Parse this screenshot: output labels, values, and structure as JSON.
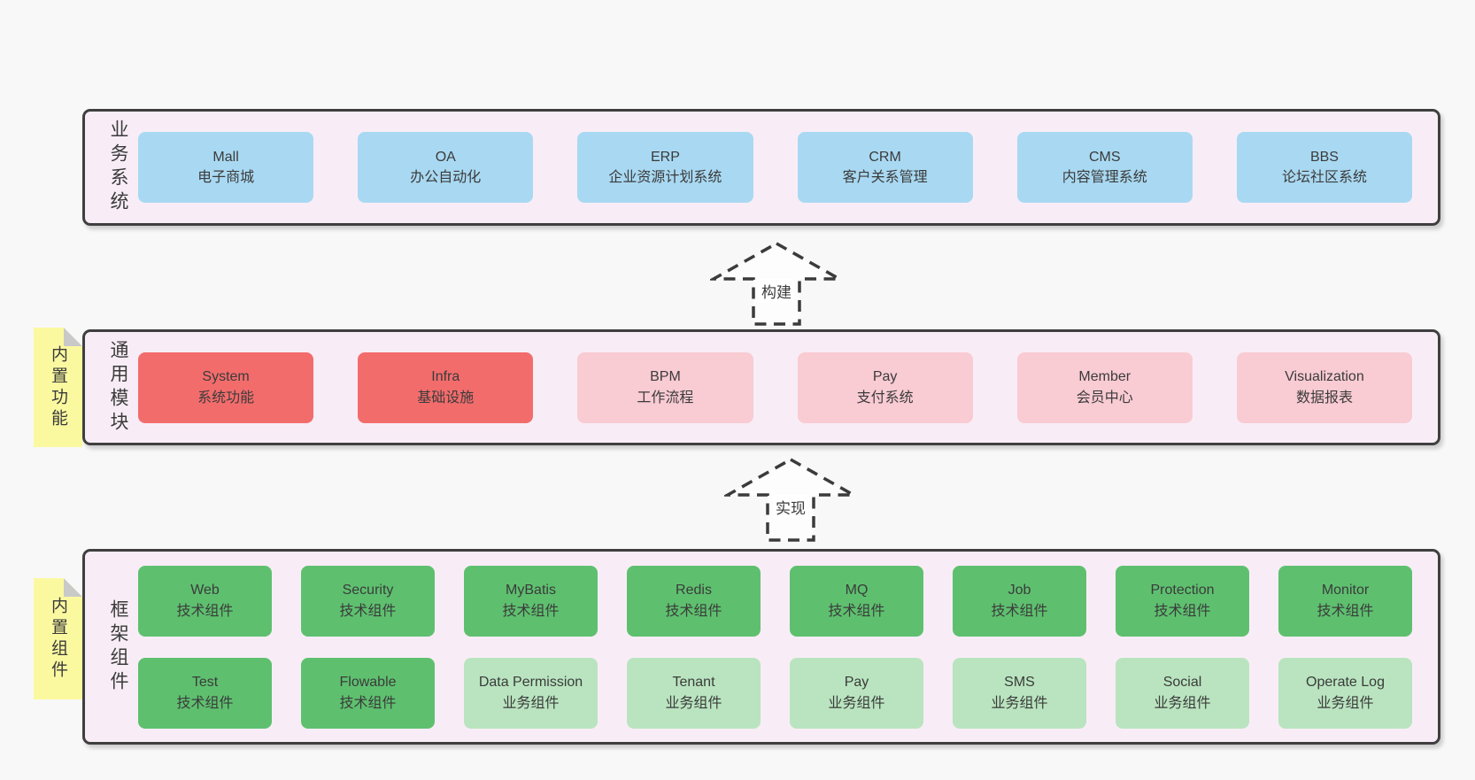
{
  "page": {
    "background": "#f8f8f8"
  },
  "colors": {
    "panel_fill": "#f8edf6",
    "panel_border": "#3f3f3f",
    "blue_box": "#a9d9f2",
    "red_box": "#f36c6c",
    "pink_box": "#f9cbd3",
    "green_box": "#5ec06f",
    "light_green_box": "#b9e4bf",
    "sticky_note": "#fbf9a0",
    "note_fold": "#c9c9c9",
    "text": "#3b3b3b"
  },
  "arrows": [
    {
      "label": "构建"
    },
    {
      "label": "实现"
    }
  ],
  "layers": {
    "business": {
      "side_label": "业务系统",
      "boxes": [
        {
          "title": "Mall",
          "subtitle": "电子商城"
        },
        {
          "title": "OA",
          "subtitle": "办公自动化"
        },
        {
          "title": "ERP",
          "subtitle": "企业资源计划系统"
        },
        {
          "title": "CRM",
          "subtitle": "客户关系管理"
        },
        {
          "title": "CMS",
          "subtitle": "内容管理系统"
        },
        {
          "title": "BBS",
          "subtitle": "论坛社区系统"
        }
      ]
    },
    "modules": {
      "side_label": "通用模块",
      "sticky_note": "内置功能",
      "boxes": [
        {
          "title": "System",
          "subtitle": "系统功能",
          "color": "red"
        },
        {
          "title": "Infra",
          "subtitle": "基础设施",
          "color": "red"
        },
        {
          "title": "BPM",
          "subtitle": "工作流程",
          "color": "pink"
        },
        {
          "title": "Pay",
          "subtitle": "支付系统",
          "color": "pink"
        },
        {
          "title": "Member",
          "subtitle": "会员中心",
          "color": "pink"
        },
        {
          "title": "Visualization",
          "subtitle": "数据报表",
          "color": "pink"
        }
      ]
    },
    "components": {
      "side_label": "框架组件",
      "sticky_note": "内置组件",
      "rows": [
        [
          {
            "title": "Web",
            "subtitle": "技术组件",
            "color": "green"
          },
          {
            "title": "Security",
            "subtitle": "技术组件",
            "color": "green"
          },
          {
            "title": "MyBatis",
            "subtitle": "技术组件",
            "color": "green"
          },
          {
            "title": "Redis",
            "subtitle": "技术组件",
            "color": "green"
          },
          {
            "title": "MQ",
            "subtitle": "技术组件",
            "color": "green"
          },
          {
            "title": "Job",
            "subtitle": "技术组件",
            "color": "green"
          },
          {
            "title": "Protection",
            "subtitle": "技术组件",
            "color": "green"
          },
          {
            "title": "Monitor",
            "subtitle": "技术组件",
            "color": "green"
          }
        ],
        [
          {
            "title": "Test",
            "subtitle": "技术组件",
            "color": "green"
          },
          {
            "title": "Flowable",
            "subtitle": "技术组件",
            "color": "green"
          },
          {
            "title": "Data Permission",
            "subtitle": "业务组件",
            "color": "lightgreen"
          },
          {
            "title": "Tenant",
            "subtitle": "业务组件",
            "color": "lightgreen"
          },
          {
            "title": "Pay",
            "subtitle": "业务组件",
            "color": "lightgreen"
          },
          {
            "title": "SMS",
            "subtitle": "业务组件",
            "color": "lightgreen"
          },
          {
            "title": "Social",
            "subtitle": "业务组件",
            "color": "lightgreen"
          },
          {
            "title": "Operate Log",
            "subtitle": "业务组件",
            "color": "lightgreen"
          }
        ]
      ]
    }
  }
}
